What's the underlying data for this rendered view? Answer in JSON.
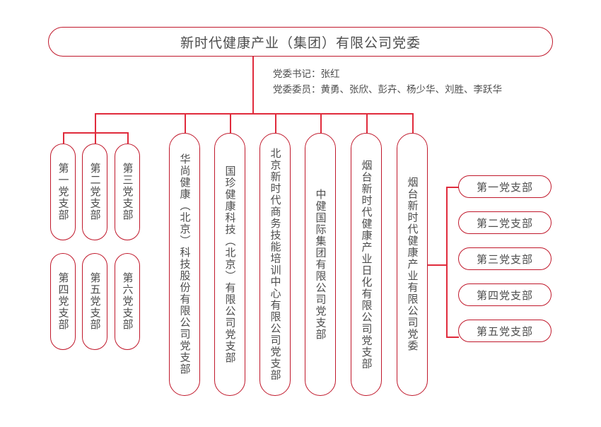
{
  "colors": {
    "line": "#e02b3c",
    "border": "#c0182b",
    "text": "#4d4d4d",
    "background": "#ffffff"
  },
  "root": {
    "label": "新时代健康产业（集团）有限公司党委"
  },
  "leadership": {
    "secretary_line": "党委书记：张红",
    "members_line": "党委委员：黄勇、张欣、彭卉、杨少华、刘胜、李跃华"
  },
  "left_group": {
    "row1": [
      {
        "label": "第一党支部"
      },
      {
        "label": "第二党支部"
      },
      {
        "label": "第三党支部"
      }
    ],
    "row2": [
      {
        "label": "第四党支部"
      },
      {
        "label": "第五党支部"
      },
      {
        "label": "第六党支部"
      }
    ]
  },
  "company_nodes": [
    {
      "label": "华尚健康（北京）科技股份有限公司党支部"
    },
    {
      "label": "国珍健康科技（北京）有限公司党支部"
    },
    {
      "label": "北京新时代商务技能培训中心有限公司党支部"
    },
    {
      "label": "中健国际集团有限公司党支部"
    },
    {
      "label": "烟台新时代健康产业日化有限公司党支部"
    },
    {
      "label": "烟台新时代健康产业有限公司党委"
    }
  ],
  "right_branches": [
    {
      "label": "第一党支部"
    },
    {
      "label": "第二党支部"
    },
    {
      "label": "第三党支部"
    },
    {
      "label": "第四党支部"
    },
    {
      "label": "第五党支部"
    }
  ]
}
